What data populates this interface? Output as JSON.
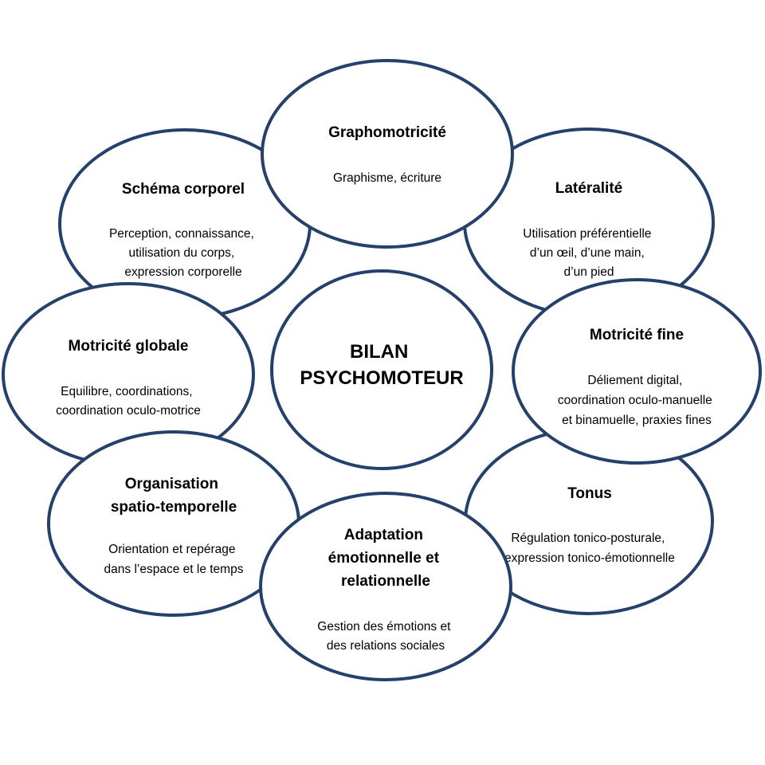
{
  "center": {
    "lines": [
      "BILAN",
      "PSYCHOMOTEUR"
    ]
  },
  "nodes": {
    "schema_corporel": {
      "title": [
        "Schéma corporel"
      ],
      "desc": [
        "Perception, connaissance,",
        "utilisation du corps,",
        "expression corporelle"
      ]
    },
    "graphomotricite": {
      "title": [
        "Graphomotricité"
      ],
      "desc": [
        "Graphisme, écriture"
      ]
    },
    "lateralite": {
      "title": [
        "Latéralité"
      ],
      "desc": [
        "Utilisation préférentielle",
        "d’un œil, d’une main,",
        "d’un pied"
      ]
    },
    "motricite_globale": {
      "title": [
        "Motricité globale"
      ],
      "desc": [
        "Equilibre, coordinations,",
        "coordination oculo-motrice"
      ]
    },
    "motricite_fine": {
      "title": [
        "Motricité fine"
      ],
      "desc": [
        "Déliement digital,",
        "coordination oculo-manuelle",
        "et binamuelle,  praxies fines"
      ]
    },
    "organisation": {
      "title": [
        "Organisation",
        "spatio-temporelle"
      ],
      "desc": [
        "Orientation et repérage",
        "dans l’espace et le temps"
      ]
    },
    "tonus": {
      "title": [
        "Tonus"
      ],
      "desc": [
        "Régulation tonico-posturale,",
        "expression tonico-émotionnelle"
      ]
    },
    "adaptation": {
      "title": [
        "Adaptation",
        "émotionnelle et",
        "relationnelle"
      ],
      "desc": [
        "Gestion des émotions et",
        "des relations sociales"
      ]
    }
  },
  "colors": {
    "stroke": "#25406b",
    "fill": "#ffffff",
    "text": "#000000"
  }
}
